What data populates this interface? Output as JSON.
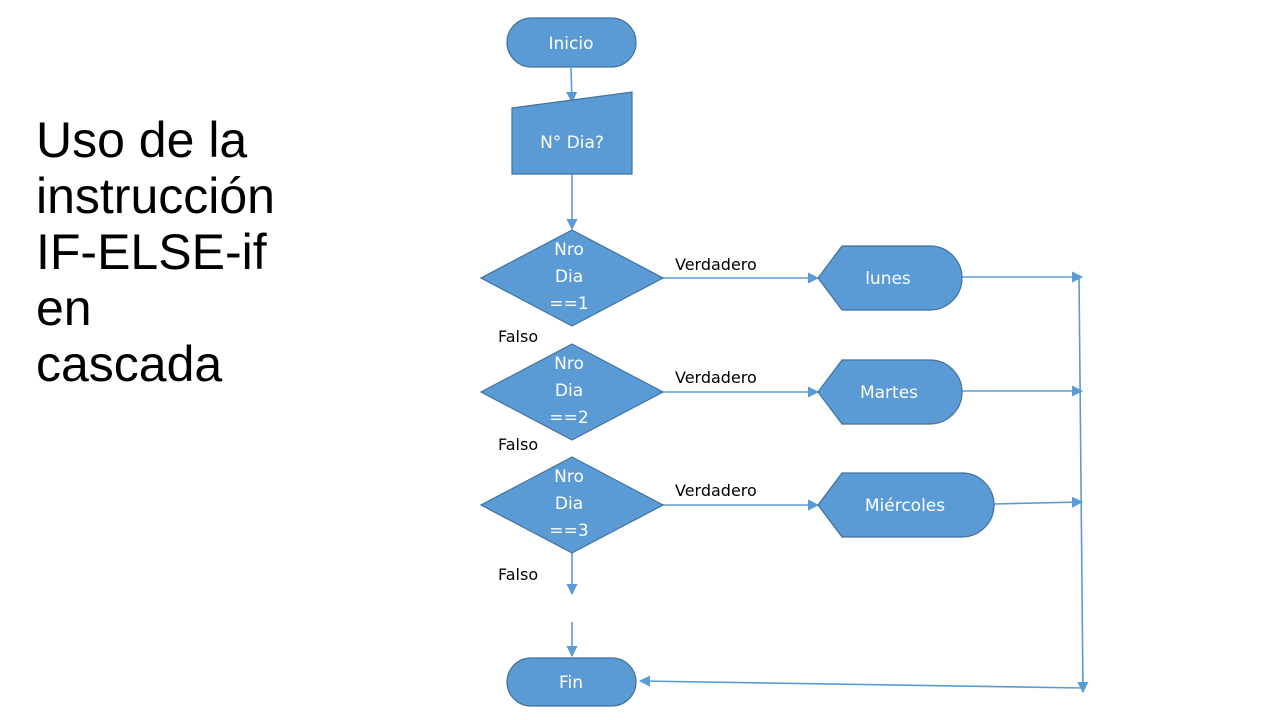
{
  "title_lines": [
    "Uso de la",
    "instrucción",
    "IF-ELSE-if",
    "en",
    "cascada"
  ],
  "colors": {
    "shape_fill": "#5b9bd5",
    "shape_stroke": "#41719c",
    "connector": "#5b9bd5",
    "node_text": "#ffffff",
    "edge_text": "#000000"
  },
  "nodes": {
    "start": "Inicio",
    "input": "N° Dia?",
    "decision1": [
      "Nro",
      "Dia",
      "==1"
    ],
    "decision2": [
      "Nro",
      "Dia",
      "==2"
    ],
    "decision3": [
      "Nro",
      "Dia",
      "==3"
    ],
    "output1": "lunes",
    "output2": "Martes",
    "output3": "Miércoles",
    "end": "Fin"
  },
  "edge_labels": {
    "true1": "Verdadero",
    "true2": "Verdadero",
    "true3": "Verdadero",
    "false1": "Falso",
    "false2": "Falso",
    "false3": "Falso"
  }
}
